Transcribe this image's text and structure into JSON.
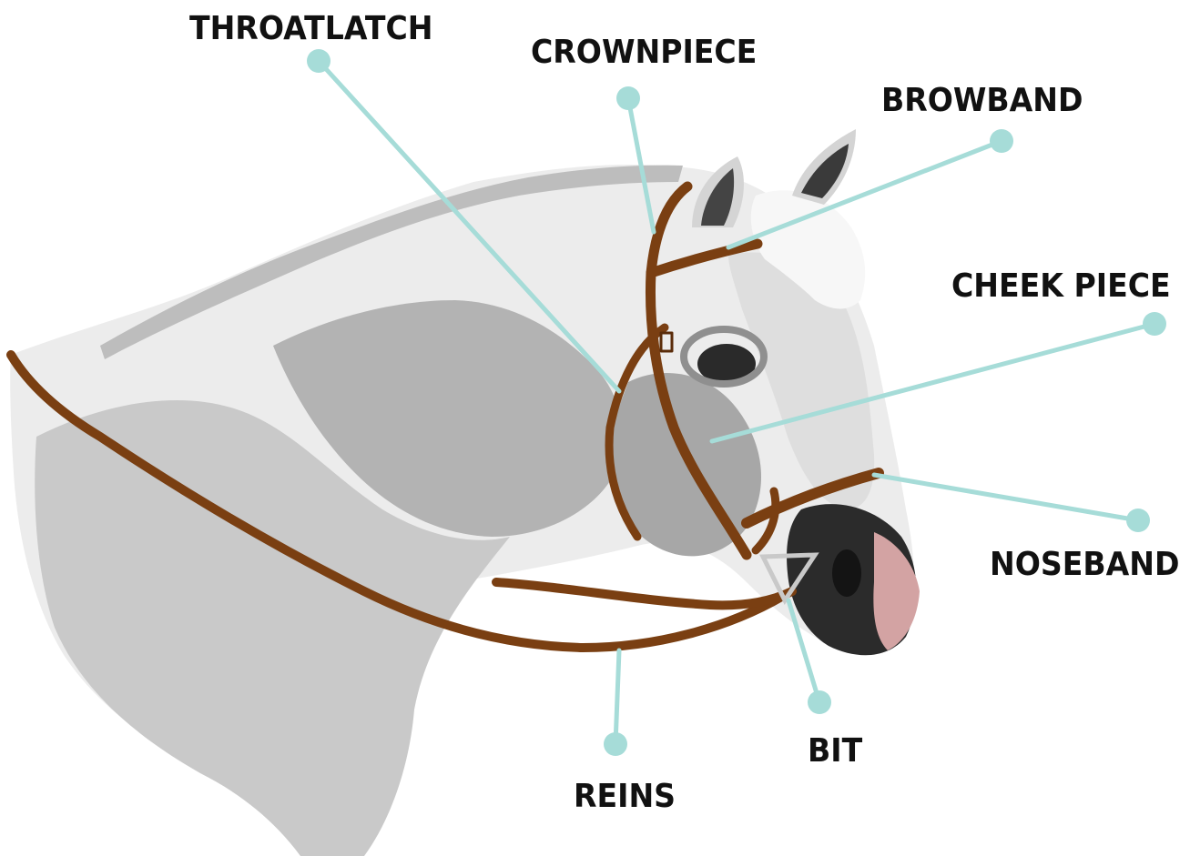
{
  "diagram": {
    "labels": {
      "throatlatch": "THROATLATCH",
      "crownpiece": "CROWNPIECE",
      "browband": "BROWBAND",
      "cheek_piece": "CHEEK PIECE",
      "noseband": "NOSEBAND",
      "bit": "BIT",
      "reins": "REINS"
    }
  },
  "colors": {
    "leader": "#a6dcd8",
    "leather": "#7a3f12",
    "coat_light": "#ececec",
    "coat_shadow": "#a7a7a7",
    "coat_mid": "#c9c9c9",
    "muzzle": "#2b2b2b",
    "nose_pink": "#d3a3a3",
    "text": "#111111"
  }
}
